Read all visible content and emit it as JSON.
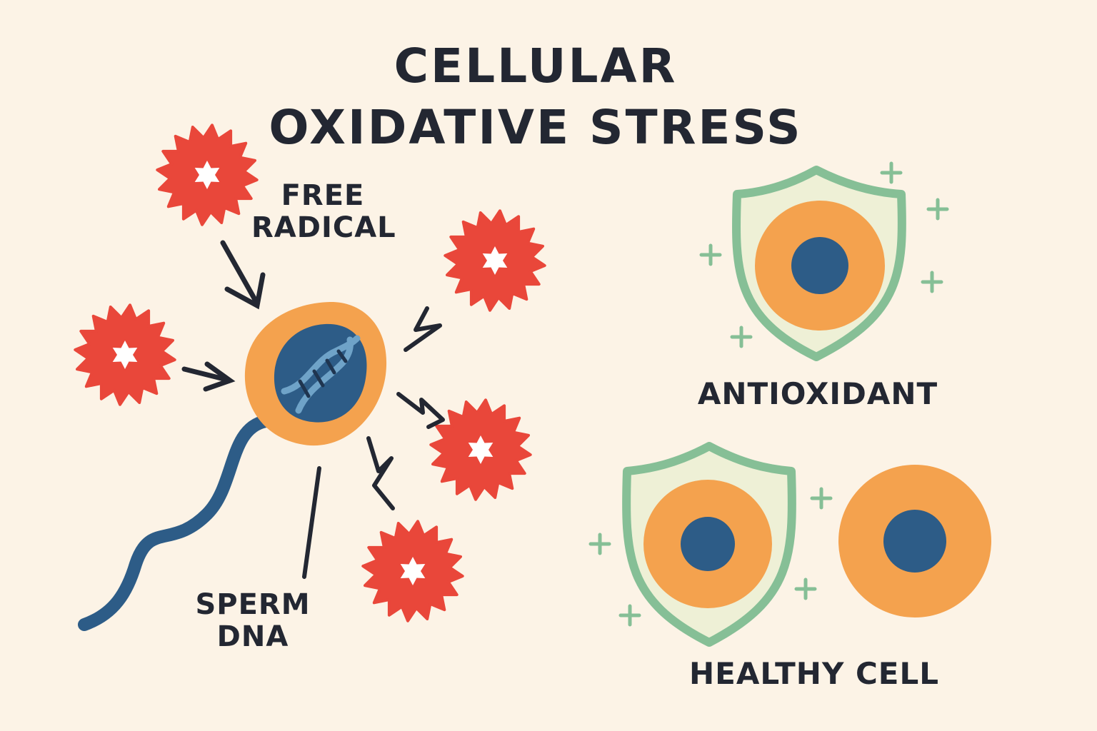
{
  "title": {
    "line1": "CELLULAR",
    "line2": "OXIDATIVE STRESS"
  },
  "labels": {
    "free_radical_1": "FREE",
    "free_radical_2": "RADICAL",
    "sperm_dna_1": "SPERM",
    "sperm_dna_2": "DNA",
    "antioxidant": "ANTIOXIDANT",
    "healthy_cell": "HEALTHY CELL"
  },
  "colors": {
    "background": "#fcf3e6",
    "radical_red": "#e9473a",
    "cell_orange": "#f4a24e",
    "nucleus_blue": "#2d5c87",
    "dna_light_blue": "#6fa3c8",
    "shield_green": "#86bf96",
    "shield_fill": "#eef0d6",
    "ink": "#232732"
  },
  "icons": [
    "free-radical-icon",
    "sperm-cell-icon",
    "dna-helix-icon",
    "shield-icon",
    "lightning-icon",
    "plus-icon",
    "arrow-icon"
  ]
}
